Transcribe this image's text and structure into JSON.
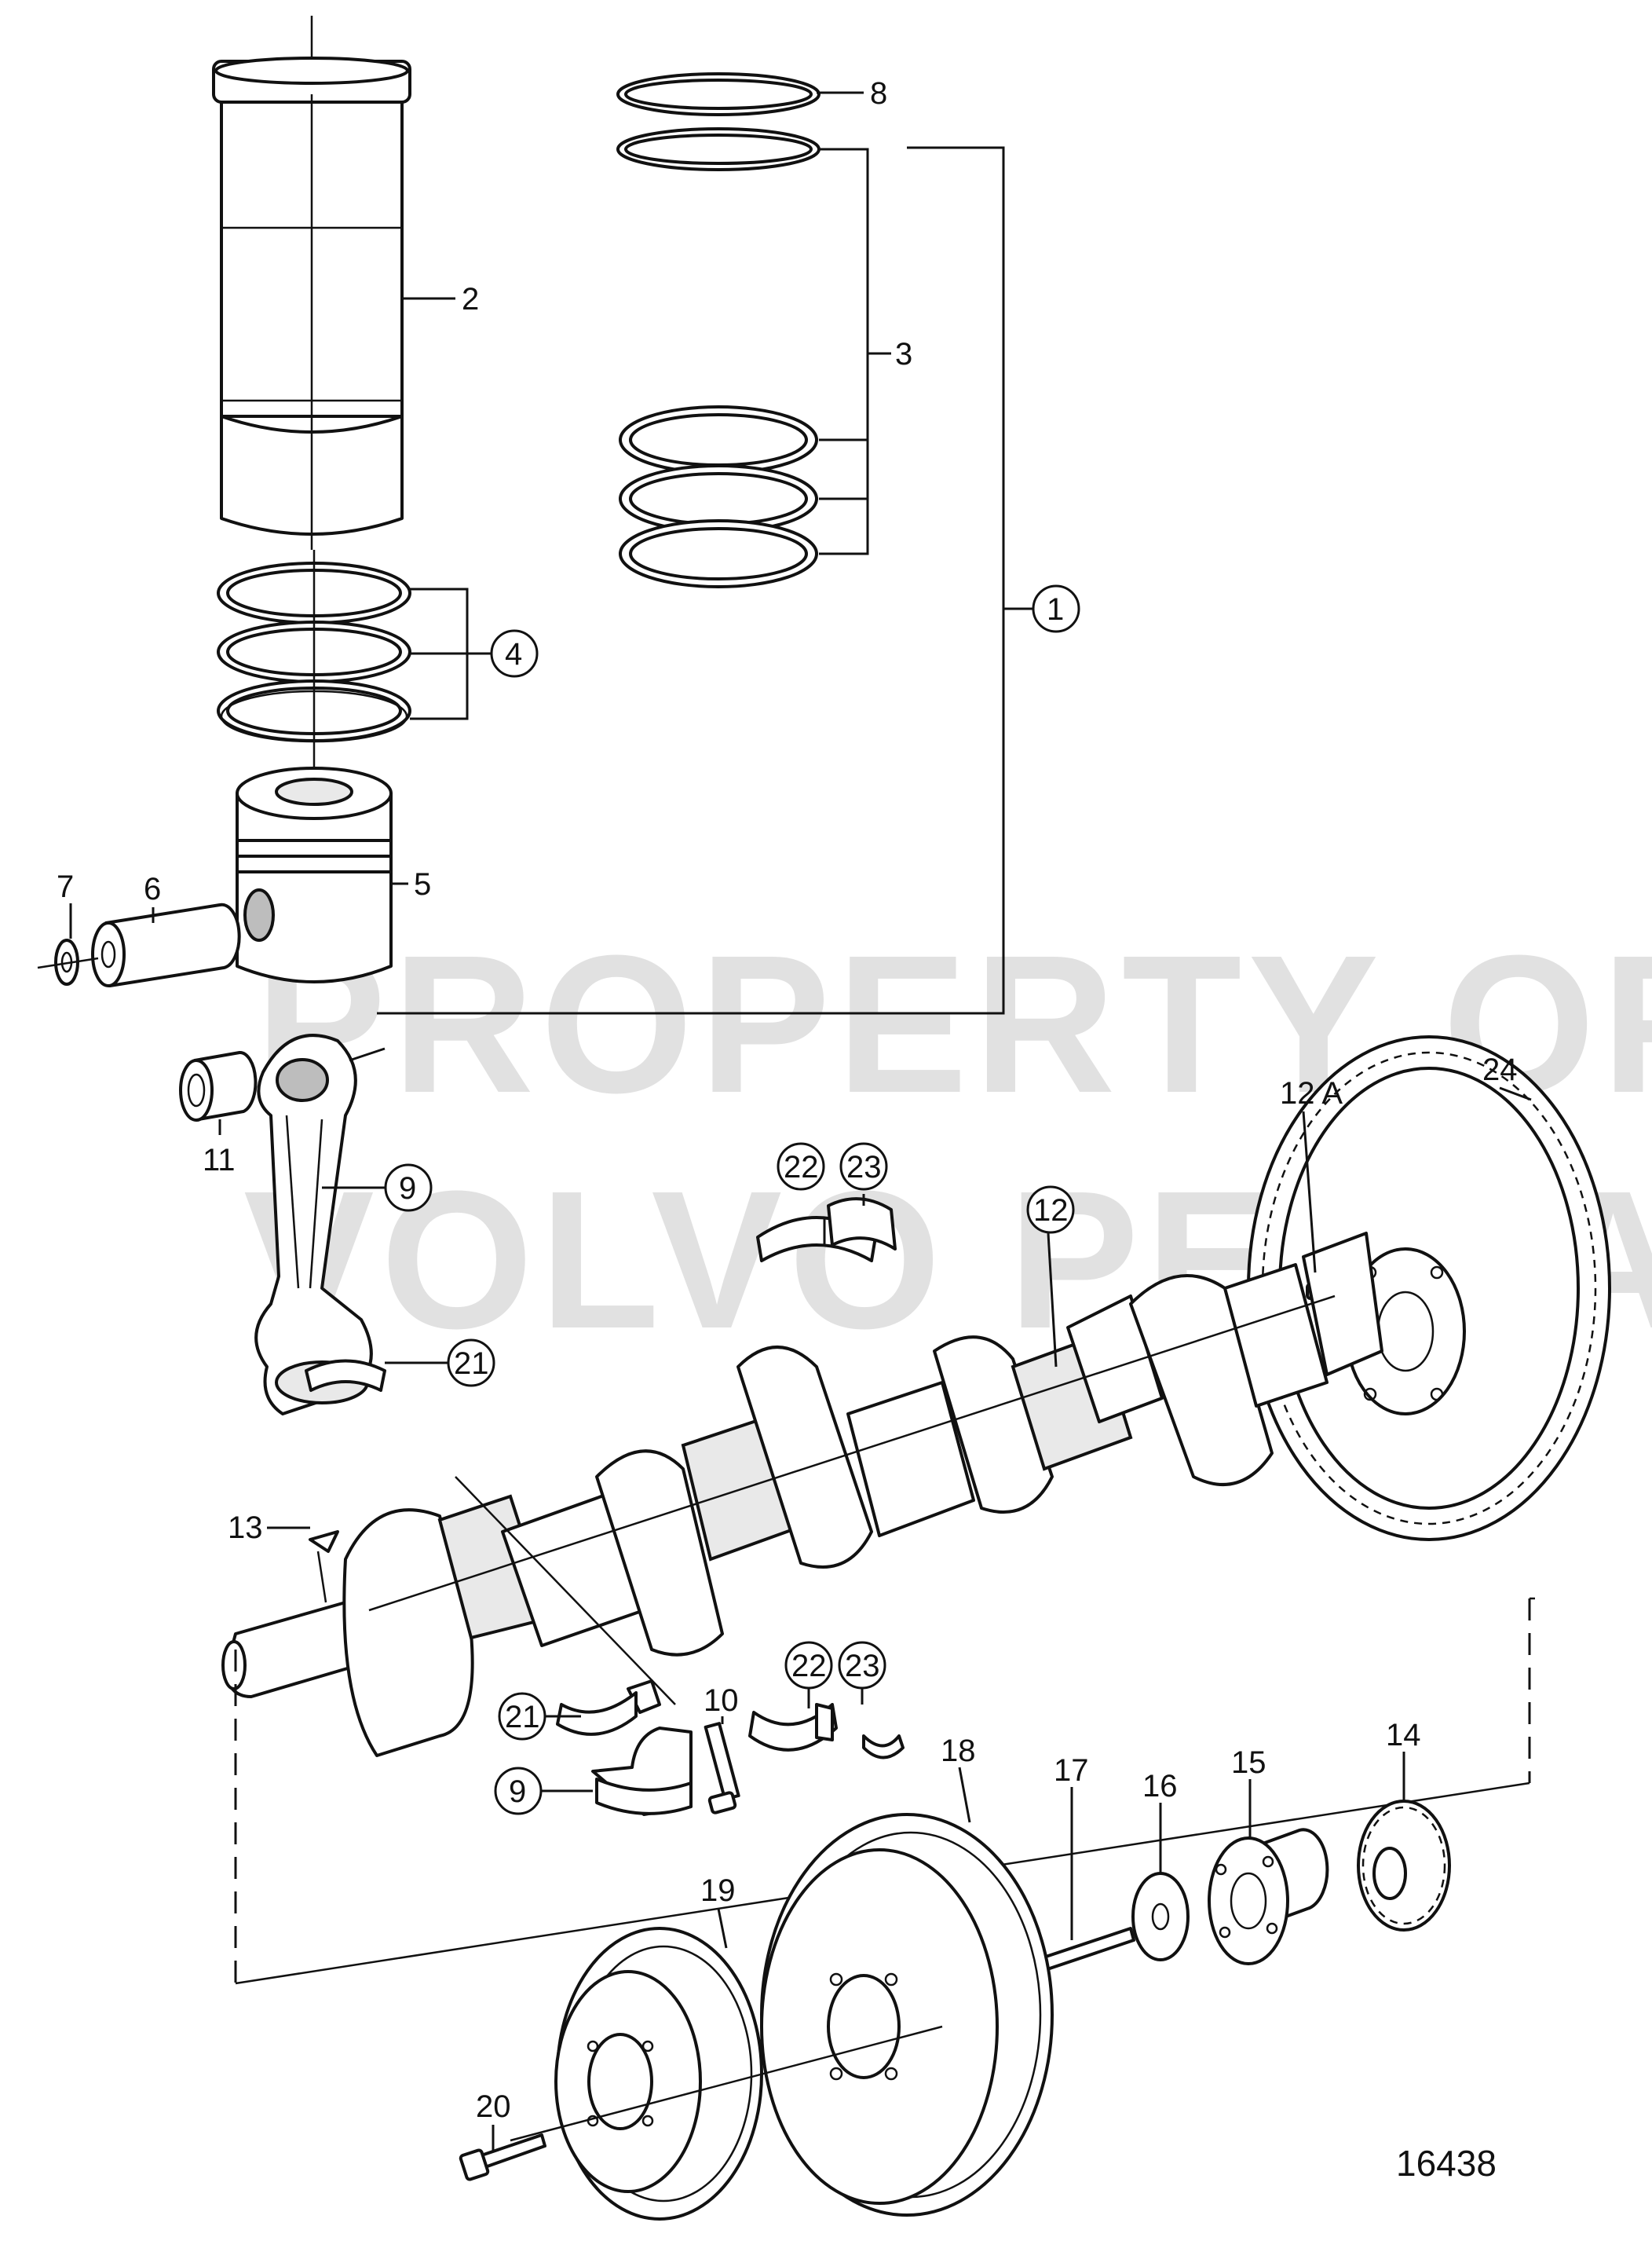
{
  "watermark": {
    "line1": "PROPERTY OF",
    "line2": "VOLVO PENTA"
  },
  "drawing_number": "16438",
  "callouts": {
    "c1": "1",
    "c2": "2",
    "c3": "3",
    "c4": "4",
    "c5": "5",
    "c6": "6",
    "c7": "7",
    "c8": "8",
    "c9a": "9",
    "c9b": "9",
    "c10": "10",
    "c11": "11",
    "c12": "12",
    "c12a": "12 A",
    "c13": "13",
    "c14": "14",
    "c15": "15",
    "c16": "16",
    "c17": "17",
    "c18": "18",
    "c19": "19",
    "c20": "20",
    "c21a": "21",
    "c21b": "21",
    "c22a": "22",
    "c22b": "22",
    "c23a": "23",
    "c23b": "23",
    "c24": "24"
  }
}
